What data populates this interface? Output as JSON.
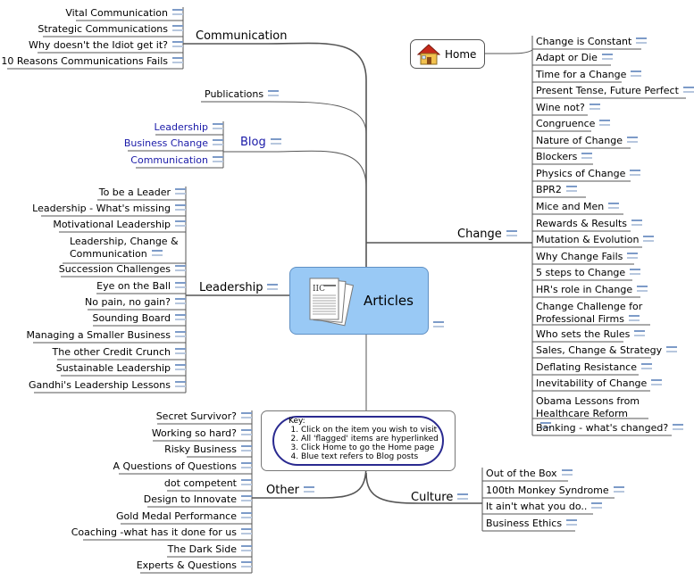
{
  "center": {
    "label": "Articles"
  },
  "home": {
    "label": "Home"
  },
  "key": {
    "title": "Key:",
    "items": [
      "Click on the item you wish to visit",
      "All 'flagged' items are hyperlinked",
      "Click Home to go  the Home page",
      "Blue text refers to Blog posts"
    ]
  },
  "communication": {
    "label": "Communication",
    "items": [
      "Vital Communication",
      "Strategic Communications",
      "Why doesn't the Idiot get it?",
      "10 Reasons Communications Fails"
    ]
  },
  "publications": {
    "label": "Publications"
  },
  "blog": {
    "label": "Blog",
    "items": [
      "Leadership",
      "Business Change",
      "Communication"
    ]
  },
  "leadership": {
    "label": "Leadership",
    "items": [
      "To be a Leader",
      "Leadership - What's missing",
      "Motivational Leadership",
      "Leadership, Change & Communication",
      "Succession Challenges",
      "Eye on the Ball",
      "No pain, no gain?",
      "Sounding Board",
      "Managing a Smaller Business",
      "The other Credit Crunch",
      "Sustainable Leadership",
      "Gandhi's Leadership Lessons"
    ]
  },
  "other": {
    "label": "Other",
    "items": [
      "Secret Survivor?",
      "Working so hard?",
      "Risky Business",
      "A Questions of Questions",
      "dot competent",
      "Design to Innovate",
      "Gold Medal Performance",
      "Coaching -what has it done for us",
      "The Dark Side",
      "Experts & Questions"
    ]
  },
  "change": {
    "label": "Change",
    "items": [
      "Change is Constant",
      "Adapt or Die",
      "Time for a Change",
      "Present Tense, Future Perfect",
      "Wine not?",
      "Congruence",
      "Nature of Change",
      "Blockers",
      "Physics of Change",
      "BPR2",
      "Mice and Men",
      "Rewards & Results",
      "Mutation & Evolution",
      "Why Change Fails",
      "5 steps to Change",
      "HR's role in Change",
      "Change Challenge for Professional Firms",
      "Who sets the Rules",
      "Sales, Change & Strategy",
      "Deflating Resistance",
      "Inevitability of Change",
      "Obama Lessons from Healthcare Reform",
      "Banking - what's changed?"
    ]
  },
  "culture": {
    "label": "Culture",
    "items": [
      "Out of the Box",
      "100th Monkey Syndrome",
      "It ain't what you do..",
      "Business Ethics"
    ]
  },
  "colors": {
    "center_fill": "#99c9f5",
    "blog_text": "#1a1aa8",
    "line": "#555555"
  }
}
